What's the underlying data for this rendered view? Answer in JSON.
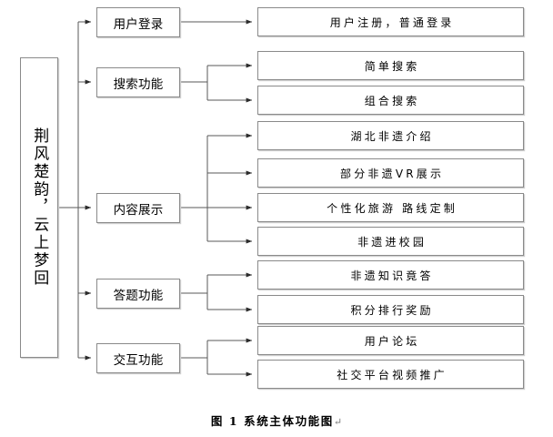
{
  "figure": {
    "caption_label": "图 1 系统主体功能图",
    "caption_mark": "↵",
    "root": {
      "label": "荆风楚韵，云上梦回"
    },
    "branches": [
      {
        "id": "user-login",
        "label": "用户登录",
        "leaves": [
          {
            "id": "user-register-normal-login",
            "label": "用户注册，普通登录"
          }
        ]
      },
      {
        "id": "search-function",
        "label": "搜索功能",
        "leaves": [
          {
            "id": "simple-search",
            "label": "简单搜索"
          },
          {
            "id": "combined-search",
            "label": "组合搜索"
          }
        ]
      },
      {
        "id": "content-display",
        "label": "内容展示",
        "leaves": [
          {
            "id": "hubei-ich-intro",
            "label": "湖北非遗介绍"
          },
          {
            "id": "partial-ich-vr-display",
            "label": "部分非遗VR展示"
          },
          {
            "id": "personalized-tour-route",
            "label": "个性化旅游 路线定制"
          },
          {
            "id": "ich-into-campus",
            "label": "非遗进校园"
          }
        ]
      },
      {
        "id": "quiz-function",
        "label": "答题功能",
        "leaves": [
          {
            "id": "ich-knowledge-quiz",
            "label": "非遗知识竟答"
          },
          {
            "id": "points-ranking-reward",
            "label": "积分排行奖励"
          }
        ]
      },
      {
        "id": "interaction-function",
        "label": "交互功能",
        "leaves": [
          {
            "id": "user-forum",
            "label": "用户论坛"
          },
          {
            "id": "social-video-promotion",
            "label": "社交平台视频推广"
          }
        ]
      }
    ],
    "colors": {
      "box_border": "#8a8a8a",
      "box_shadow": "#cfcfcf",
      "connector": "#595959",
      "background": "#ffffff",
      "text": "#000000"
    }
  }
}
